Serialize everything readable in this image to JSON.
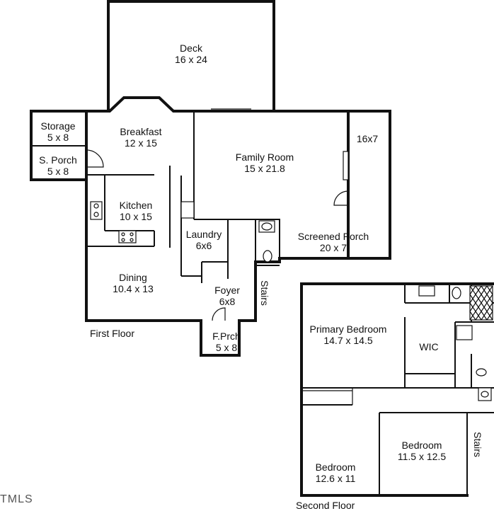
{
  "floors": {
    "first": {
      "caption": "First Floor",
      "rooms": {
        "deck": {
          "name": "Deck",
          "size": "16 x 24"
        },
        "storage": {
          "name": "Storage",
          "size": "5 x 8"
        },
        "breakfast": {
          "name": "Breakfast",
          "size": "12 x 15"
        },
        "s_porch": {
          "name": "S. Porch",
          "size": "5 x 8"
        },
        "family": {
          "name": "Family Room",
          "size": "15 x 21.8"
        },
        "porch16": {
          "name": "16x7"
        },
        "kitchen": {
          "name": "Kitchen",
          "size": "10 x 15"
        },
        "laundry": {
          "name": "Laundry",
          "size": "6x6"
        },
        "screened": {
          "name": "Screened Porch",
          "size": "20 x 7"
        },
        "dining": {
          "name": "Dining",
          "size": "10.4 x 13"
        },
        "foyer": {
          "name": "Foyer",
          "size": "6x8"
        },
        "stairs": {
          "name": "Stairs"
        },
        "f_prch": {
          "name": "F.Prch",
          "size": "5 x 8"
        }
      }
    },
    "second": {
      "caption": "Second Floor",
      "rooms": {
        "primary": {
          "name": "Primary Bedroom",
          "size": "14.7 x 14.5"
        },
        "wic": {
          "name": "WIC"
        },
        "bedroom1": {
          "name": "Bedroom",
          "size": "12.6 x 11"
        },
        "bedroom2": {
          "name": "Bedroom",
          "size": "11.5 x 12.5"
        },
        "stairs": {
          "name": "Stairs"
        }
      }
    }
  },
  "brand": "TMLS"
}
